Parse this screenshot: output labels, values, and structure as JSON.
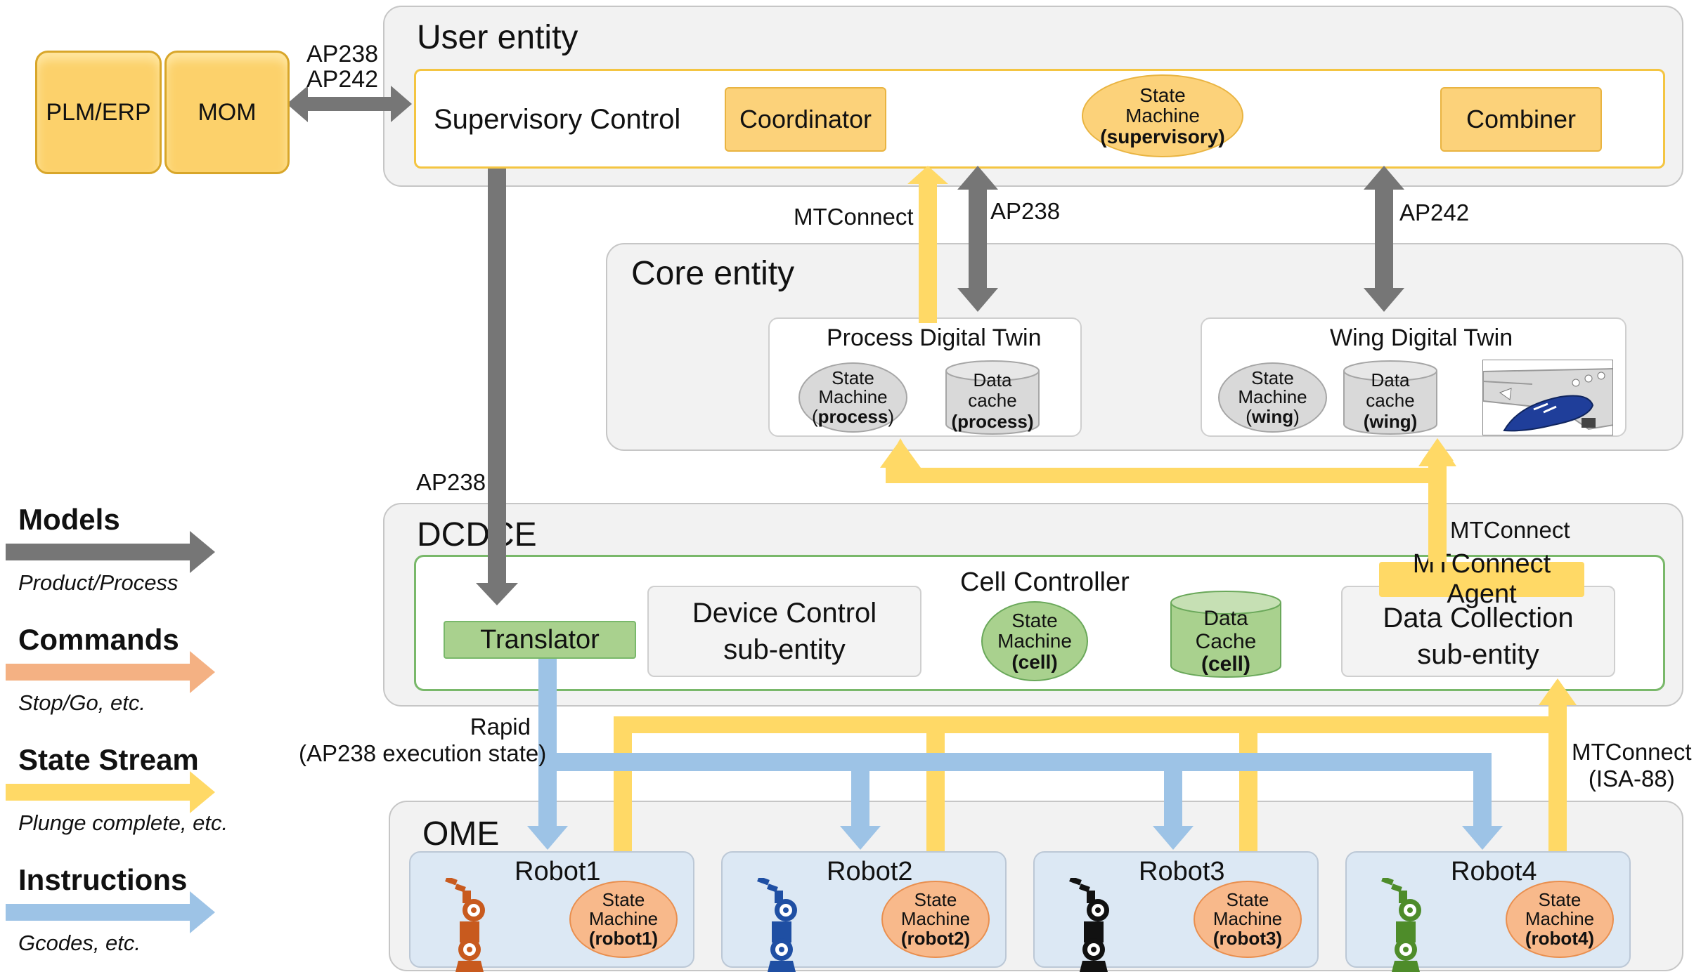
{
  "external": {
    "plm_erp": "PLM/ERP",
    "mom": "MOM",
    "link_ap238": "AP238",
    "link_ap242": "AP242"
  },
  "user_entity": {
    "title": "User entity",
    "supervisory_label": "Supervisory Control",
    "coordinator": "Coordinator",
    "combiner": "Combiner",
    "state_machine": {
      "line1": "State",
      "line2": "Machine",
      "line3": "(supervisory)"
    }
  },
  "core_entity": {
    "title": "Core entity",
    "process_twin": {
      "title": "Process Digital Twin",
      "state_machine": {
        "line1": "State",
        "line2": "Machine",
        "line3_pre": "(",
        "line3_bold": "process",
        "line3_post": ")"
      },
      "cache": {
        "line1": "Data",
        "line2": "cache",
        "line3": "(process)"
      }
    },
    "wing_twin": {
      "title": "Wing Digital Twin",
      "state_machine": {
        "line1": "State",
        "line2": "Machine",
        "line3_pre": "(",
        "line3_bold": "wing",
        "line3_post": ")"
      },
      "cache": {
        "line1": "Data",
        "line2": "cache",
        "line3": "(wing)"
      }
    }
  },
  "links": {
    "mtconnect_up": "MTConnect",
    "ap238_core": "AP238",
    "ap242_core": "AP242",
    "ap238_down": "AP238",
    "mtconnect_agent_in": "MTConnect",
    "rapid_line1": "Rapid",
    "rapid_line2": "(AP238 execution state)",
    "mtconnect_robots_line1": "MTConnect",
    "mtconnect_robots_line2": "(ISA-88)"
  },
  "dcdce": {
    "title": "DCDCE",
    "cell_controller": "Cell Controller",
    "translator": "Translator",
    "device_control": {
      "line1": "Device Control",
      "line2": "sub-entity"
    },
    "state_machine": {
      "line1": "State",
      "line2": "Machine",
      "line3": "(cell)"
    },
    "cache": {
      "line1": "Data",
      "line2": "Cache",
      "line3": "(cell)"
    },
    "agent": "MTConnect Agent",
    "data_collection": {
      "line1": "Data Collection",
      "line2": "sub-entity"
    }
  },
  "ome": {
    "title": "OME",
    "robots": [
      {
        "name": "Robot1",
        "sm1": "State",
        "sm2": "Machine",
        "sm3": "(robot1)",
        "color": "#c85a1e"
      },
      {
        "name": "Robot2",
        "sm1": "State",
        "sm2": "Machine",
        "sm3": "(robot2)",
        "color": "#1f4fa3"
      },
      {
        "name": "Robot3",
        "sm1": "State",
        "sm2": "Machine",
        "sm3": "(robot3)",
        "color": "#111111"
      },
      {
        "name": "Robot4",
        "sm1": "State",
        "sm2": "Machine",
        "sm3": "(robot4)",
        "color": "#4e8c2a"
      }
    ]
  },
  "legend": [
    {
      "title": "Models",
      "subtitle": "Product/Process",
      "color": "#767676"
    },
    {
      "title": "Commands",
      "subtitle": "Stop/Go, etc.",
      "color": "#f4b183"
    },
    {
      "title": "State Stream",
      "subtitle": "Plunge complete, etc.",
      "color": "#ffd966"
    },
    {
      "title": "Instructions",
      "subtitle": "Gcodes, etc.",
      "color": "#9dc3e6"
    }
  ],
  "colors": {
    "models": "#767676",
    "state": "#ffd966",
    "instructions": "#9dc3e6"
  }
}
